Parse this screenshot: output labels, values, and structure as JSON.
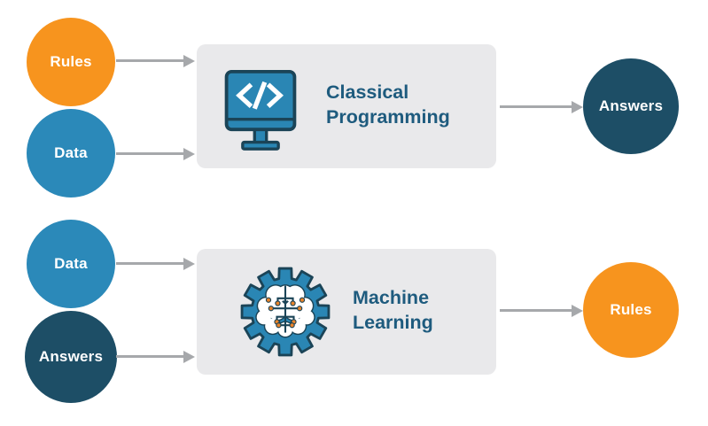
{
  "diagram": {
    "rows": [
      {
        "name": "classical-programming",
        "inputs": [
          {
            "label": "Rules",
            "color": "#f7941e"
          },
          {
            "label": "Data",
            "color": "#2b89b9"
          }
        ],
        "process": {
          "line1": "Classical",
          "line2": "Programming",
          "icon": "code-monitor-icon"
        },
        "output": {
          "label": "Answers",
          "color": "#1d4e66"
        }
      },
      {
        "name": "machine-learning",
        "inputs": [
          {
            "label": "Data",
            "color": "#2b89b9"
          },
          {
            "label": "Answers",
            "color": "#1d4e66"
          }
        ],
        "process": {
          "line1": "Machine",
          "line2": "Learning",
          "icon": "gear-brain-icon"
        },
        "output": {
          "label": "Rules",
          "color": "#f7941e"
        }
      }
    ],
    "colors": {
      "orange": "#f7941e",
      "blue": "#2b89b9",
      "navy": "#1d4e66",
      "box_gray": "#e9e9eb",
      "arrow_gray": "#a6a8ab",
      "title_blue": "#1e5b7e",
      "icon_blue": "#2a86b4",
      "icon_outline": "#1b4457",
      "neuron_dot_orange": "#e8832a"
    }
  }
}
